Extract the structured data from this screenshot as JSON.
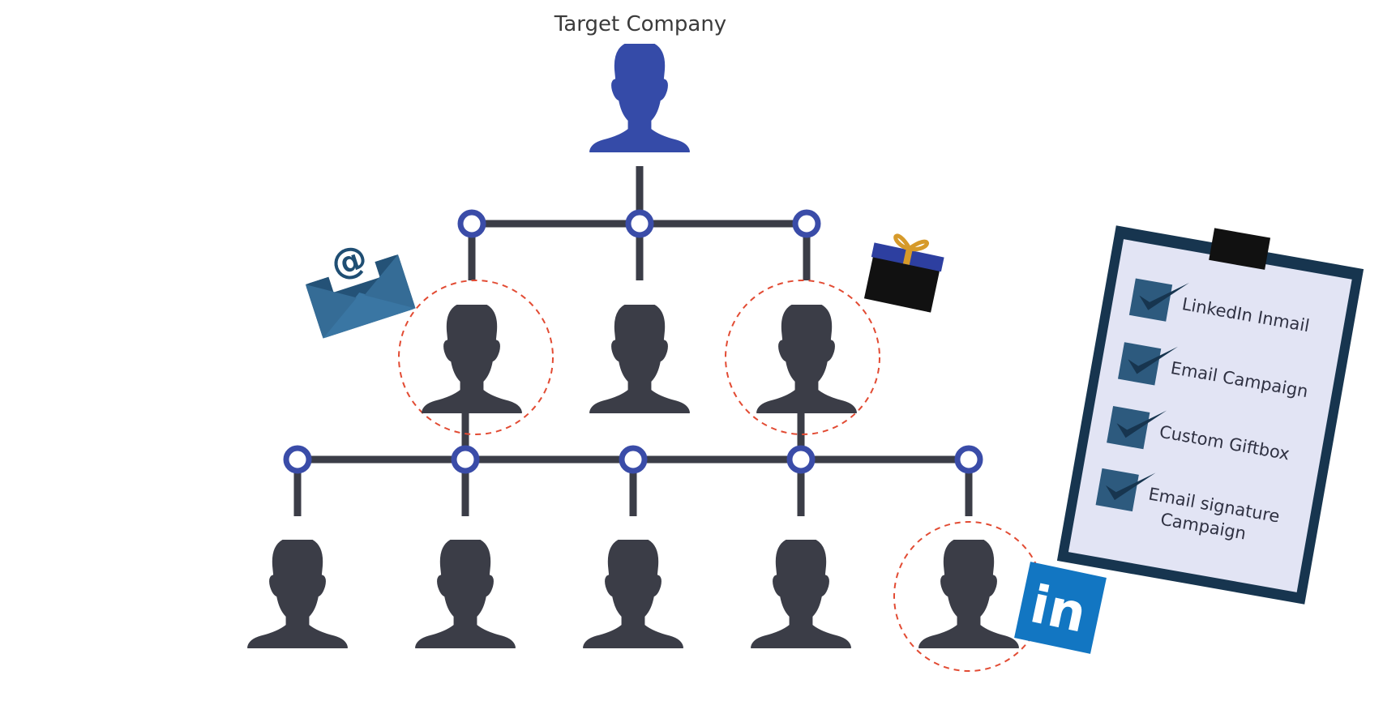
{
  "diagram": {
    "title": "Target Company",
    "colors": {
      "top_person": "#354ba8",
      "person": "#3b3d47",
      "connector": "#3b3d47",
      "node_ring": "#3a4ca8",
      "highlight_circle": "#e24b33",
      "email_icon": "#2d5f86",
      "linkedin": "#1276c2",
      "clipboard_frame": "#17354f",
      "clipboard_paper": "#e2e4f4",
      "checkbox": "#2d5a7e"
    },
    "icons": [
      "email-icon",
      "gift-box-icon",
      "linkedin-icon",
      "clipboard-icon"
    ],
    "email_symbol": "@",
    "linkedin_text": "in",
    "checklist": {
      "items": [
        {
          "line1": "LinkedIn Inmail",
          "line2": ""
        },
        {
          "line1": "Email Campaign",
          "line2": ""
        },
        {
          "line1": "Custom Giftbox",
          "line2": ""
        },
        {
          "line1": "Email signature",
          "line2": "Campaign"
        }
      ]
    }
  }
}
